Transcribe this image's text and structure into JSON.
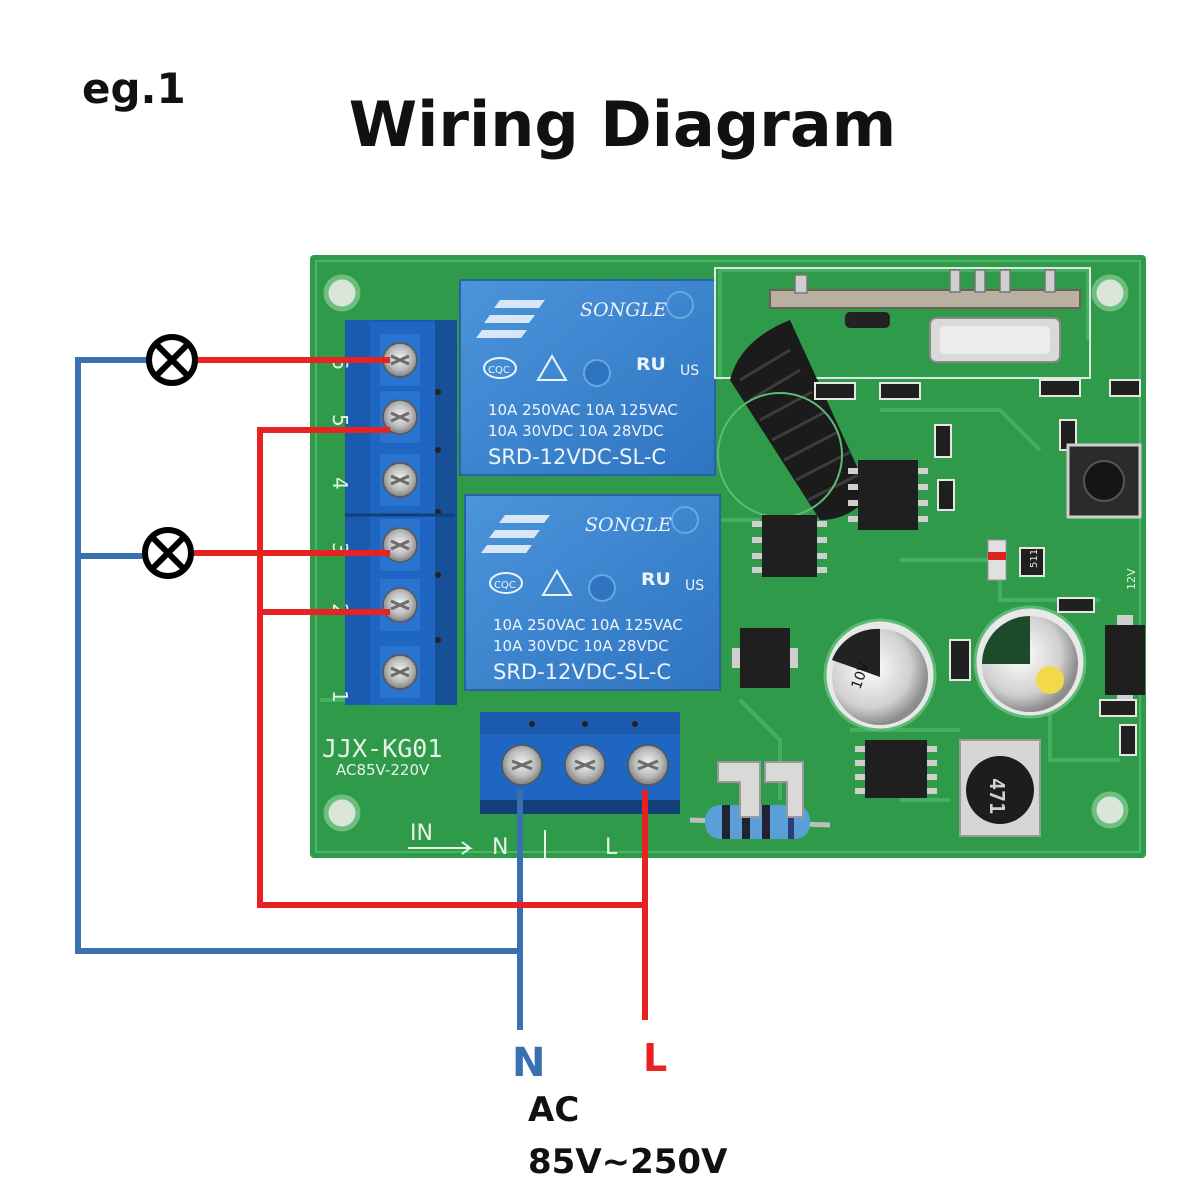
{
  "header": {
    "example_label": "eg.1",
    "title": "Wiring Diagram"
  },
  "board": {
    "model": "JJX-KG01",
    "rating": "AC85V-220V",
    "input_label": "IN",
    "input_n": "N",
    "input_l": "L",
    "terminal_numbers": [
      "6",
      "5",
      "4",
      "3",
      "2",
      "1"
    ],
    "inductor_code": "471",
    "resistor_code": "511",
    "side_marking": "12V",
    "cap_marking": "10V"
  },
  "relays": [
    {
      "brand": "SONGLE",
      "spec_line1": "10A 250VAC  10A 125VAC",
      "spec_line2": "10A  30VDC  10A  28VDC",
      "model": "SRD-12VDC-SL-C",
      "cert1": "CQC",
      "cert2": "US"
    },
    {
      "brand": "SONGLE",
      "spec_line1": "10A 250VAC  10A 125VAC",
      "spec_line2": "10A  30VDC  10A  28VDC",
      "model": "SRD-12VDC-SL-C",
      "cert1": "CQC",
      "cert2": "US"
    }
  ],
  "supply": {
    "neutral": "N",
    "live": "L",
    "type": "AC",
    "voltage": "85V~250V"
  },
  "colors": {
    "neutral_wire": "#3a6fb0",
    "live_wire": "#e82222",
    "pcb": "#2f9a4a",
    "relay": "#3d86cf",
    "terminal": "#1f66c2"
  }
}
